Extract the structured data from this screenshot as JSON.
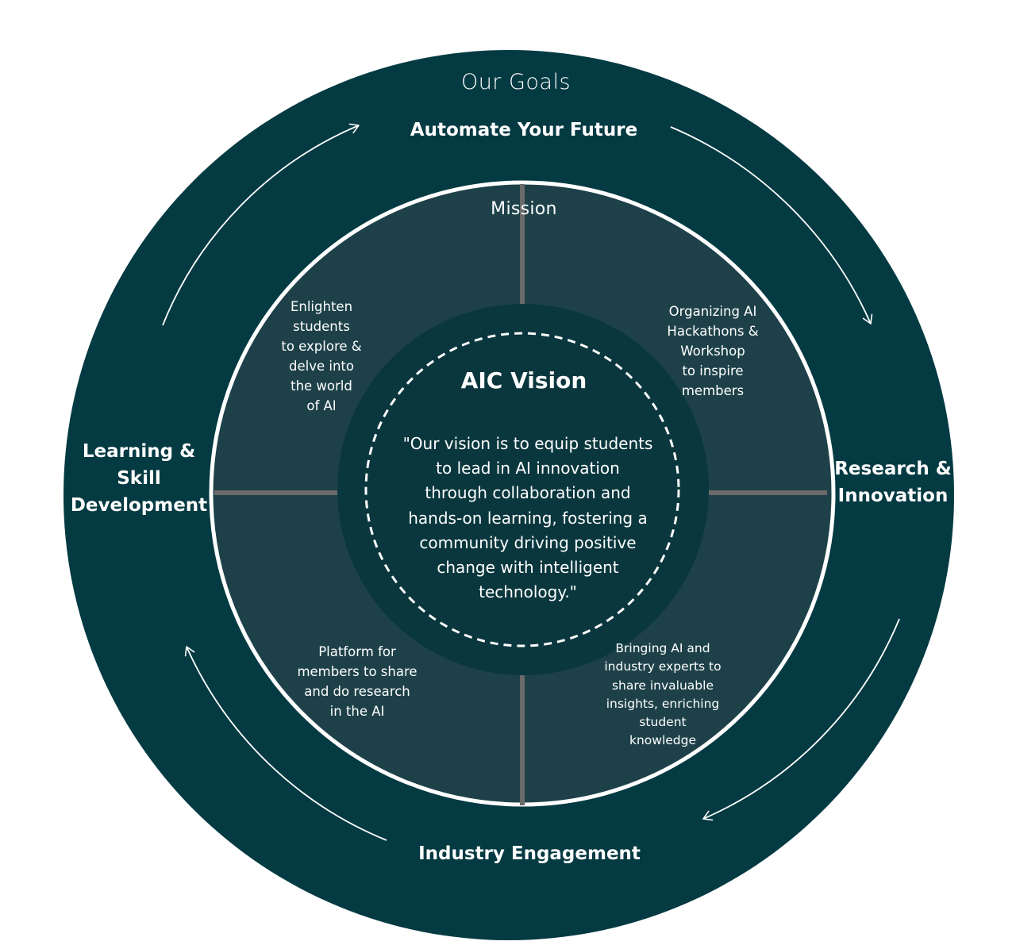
{
  "diagram": {
    "heading": "Our Goals",
    "goals": {
      "top": "Automate Your Future",
      "right": "Research &\nInnovation",
      "bottom": "Industry Engagement",
      "left": "Learning &\nSkill\nDevelopment"
    },
    "mission": {
      "title": "Mission",
      "top_left": "Enlighten\nstudents\nto explore &\ndelve into\nthe world\nof AI",
      "top_right": "Organizing AI\nHackathons &\nWorkshop\nto inspire\nmembers",
      "bottom_left": "Platform for\nmembers to share\nand do research\nin the AI",
      "bottom_right": "Bringing AI and\nindustry experts to\nshare invaluable\ninsights, enriching\nstudent\nknowledge"
    },
    "vision": {
      "title": "AIC Vision",
      "text": "\"Our vision is to equip students\nto lead in AI innovation\nthrough collaboration and\nhands-on learning, fostering a\ncommunity driving positive\nchange with intelligent\ntechnology.\""
    }
  },
  "colors": {
    "outer_ring": "#043a42",
    "mission_ring": "#1e4149",
    "vision_circle": "#0a373e",
    "divider": "#6a6a6a",
    "text": "#ffffff"
  }
}
